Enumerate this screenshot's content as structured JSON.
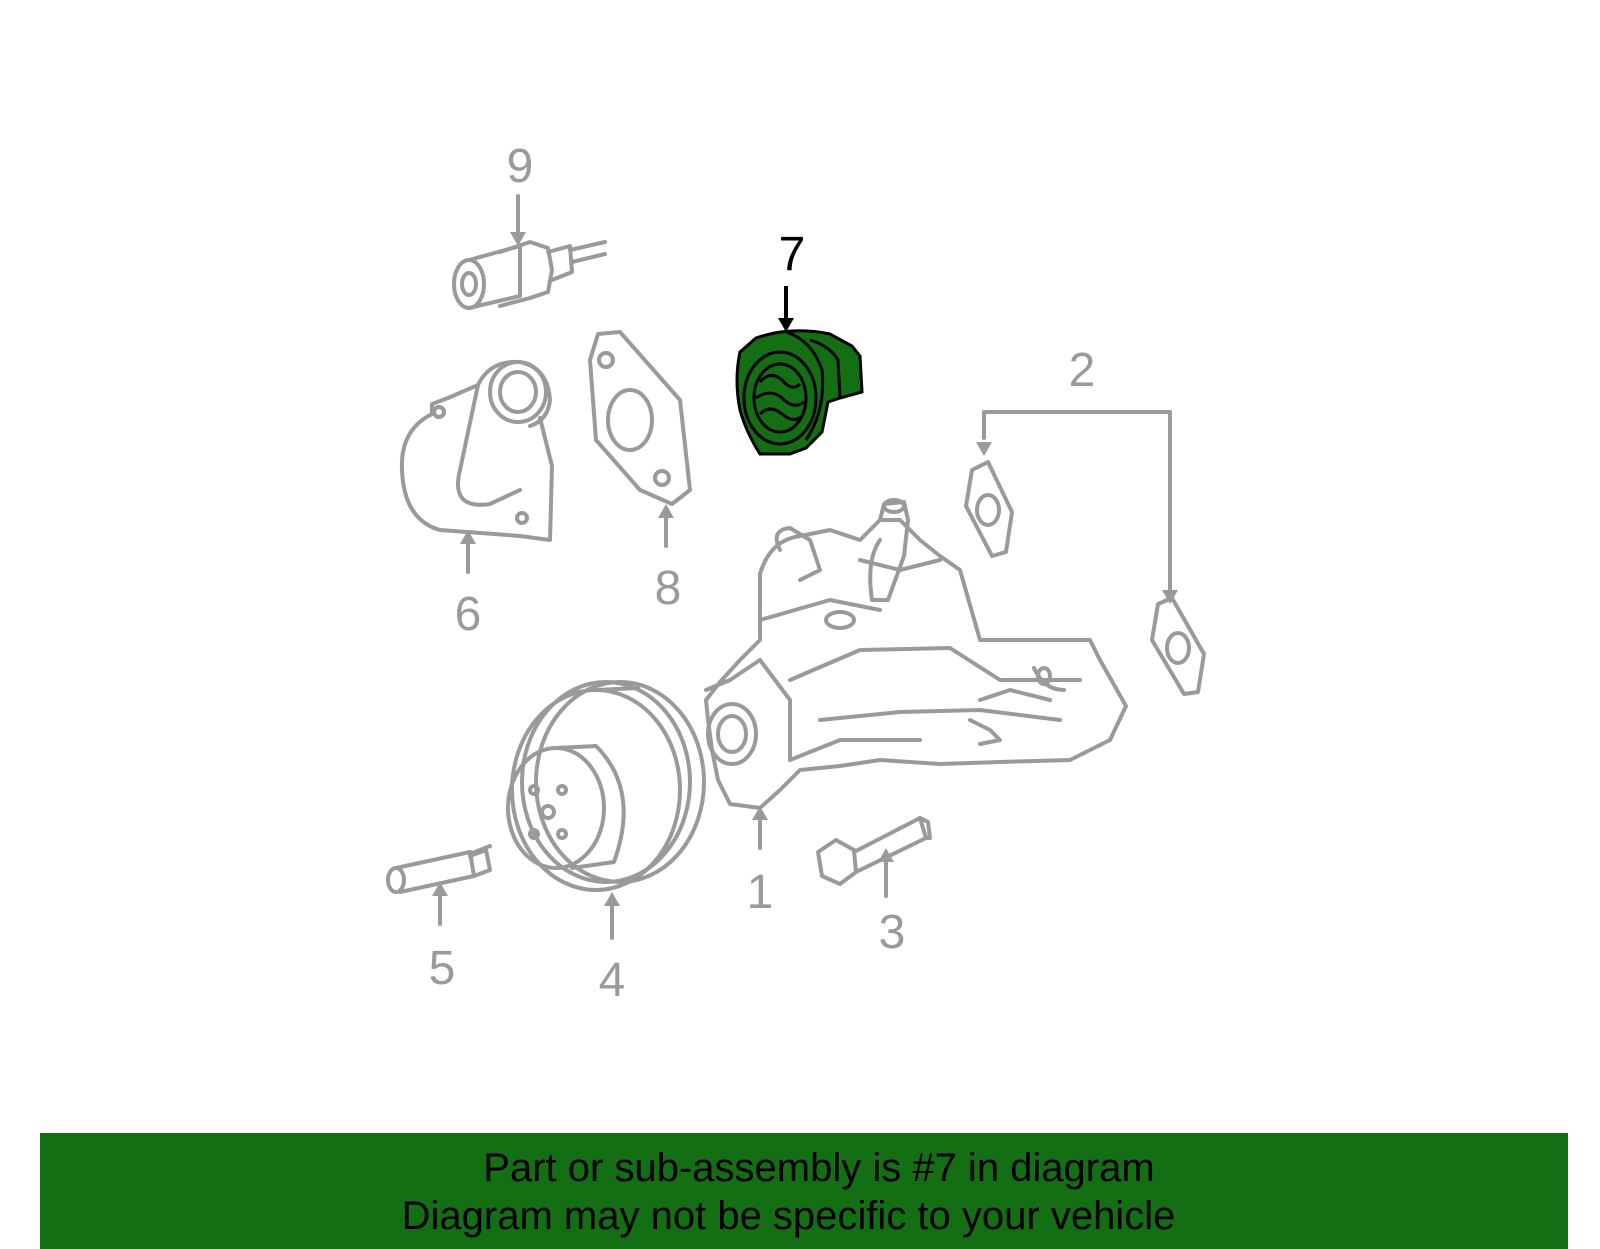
{
  "diagram": {
    "highlight_color": "#146e14",
    "part_line_color": "#9a9a9a",
    "highlighted_part": "7",
    "callouts": [
      {
        "id": "1",
        "label": "1"
      },
      {
        "id": "2",
        "label": "2"
      },
      {
        "id": "3",
        "label": "3"
      },
      {
        "id": "4",
        "label": "4"
      },
      {
        "id": "5",
        "label": "5"
      },
      {
        "id": "6",
        "label": "6"
      },
      {
        "id": "7",
        "label": "7"
      },
      {
        "id": "8",
        "label": "8"
      },
      {
        "id": "9",
        "label": "9"
      }
    ]
  },
  "caption": {
    "line1": "Part or sub-assembly is #7 in diagram",
    "line2": "Diagram may not be specific to your vehicle",
    "background": "#146e14"
  }
}
